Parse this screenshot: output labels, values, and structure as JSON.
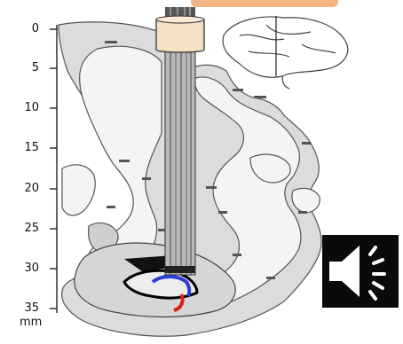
{
  "depth_axis": {
    "ticks": [
      "0",
      "5",
      "10",
      "15",
      "20",
      "25",
      "30",
      "35"
    ],
    "unit": "mm"
  },
  "colors": {
    "banner": "#f2b483",
    "cylinder": "#f4e1c6",
    "tissue": "#dcdcdc",
    "white_matter": "#f4f4f4",
    "probe": "#9e9e9e",
    "blue_trace": "#2b3fd6",
    "red_trace": "#d82020",
    "speaker_bg": "#0a0a0a",
    "speaker_icon": "#ffffff"
  },
  "icons": [
    "brain-lateral-view-icon",
    "speaker-icon"
  ]
}
